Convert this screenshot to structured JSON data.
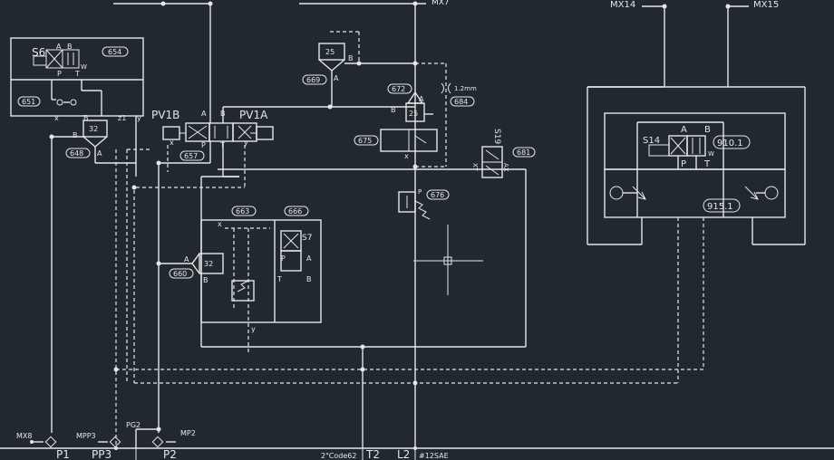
{
  "ports_top": [
    "MX7",
    "MX14",
    "MX15"
  ],
  "valves": {
    "s6": "S6",
    "s7": "S7",
    "s14": "S14",
    "s19": "S19",
    "pv1b": "PV1B",
    "pv1a": "PV1A"
  },
  "tags": [
    "654",
    "651",
    "648",
    "657",
    "669",
    "672",
    "684",
    "675",
    "681",
    "676",
    "663",
    "666",
    "660",
    "910.1",
    "915.1"
  ],
  "valve_ports": {
    "a": "A",
    "b": "B",
    "p": "P",
    "t": "T",
    "w": "W",
    "x": "x",
    "y": "y",
    "z1": "z1",
    "ax": "AX",
    "xt": "XT"
  },
  "cyl_sizes": [
    "25",
    "25",
    "32",
    "32"
  ],
  "orifice": "1.2mm",
  "bottom_ports": [
    "MX8",
    "P1",
    "MPP3",
    "PP3",
    "PG2",
    "P2",
    "MP2",
    "2\"Code62",
    "T2",
    "L2",
    "#12SAE"
  ]
}
